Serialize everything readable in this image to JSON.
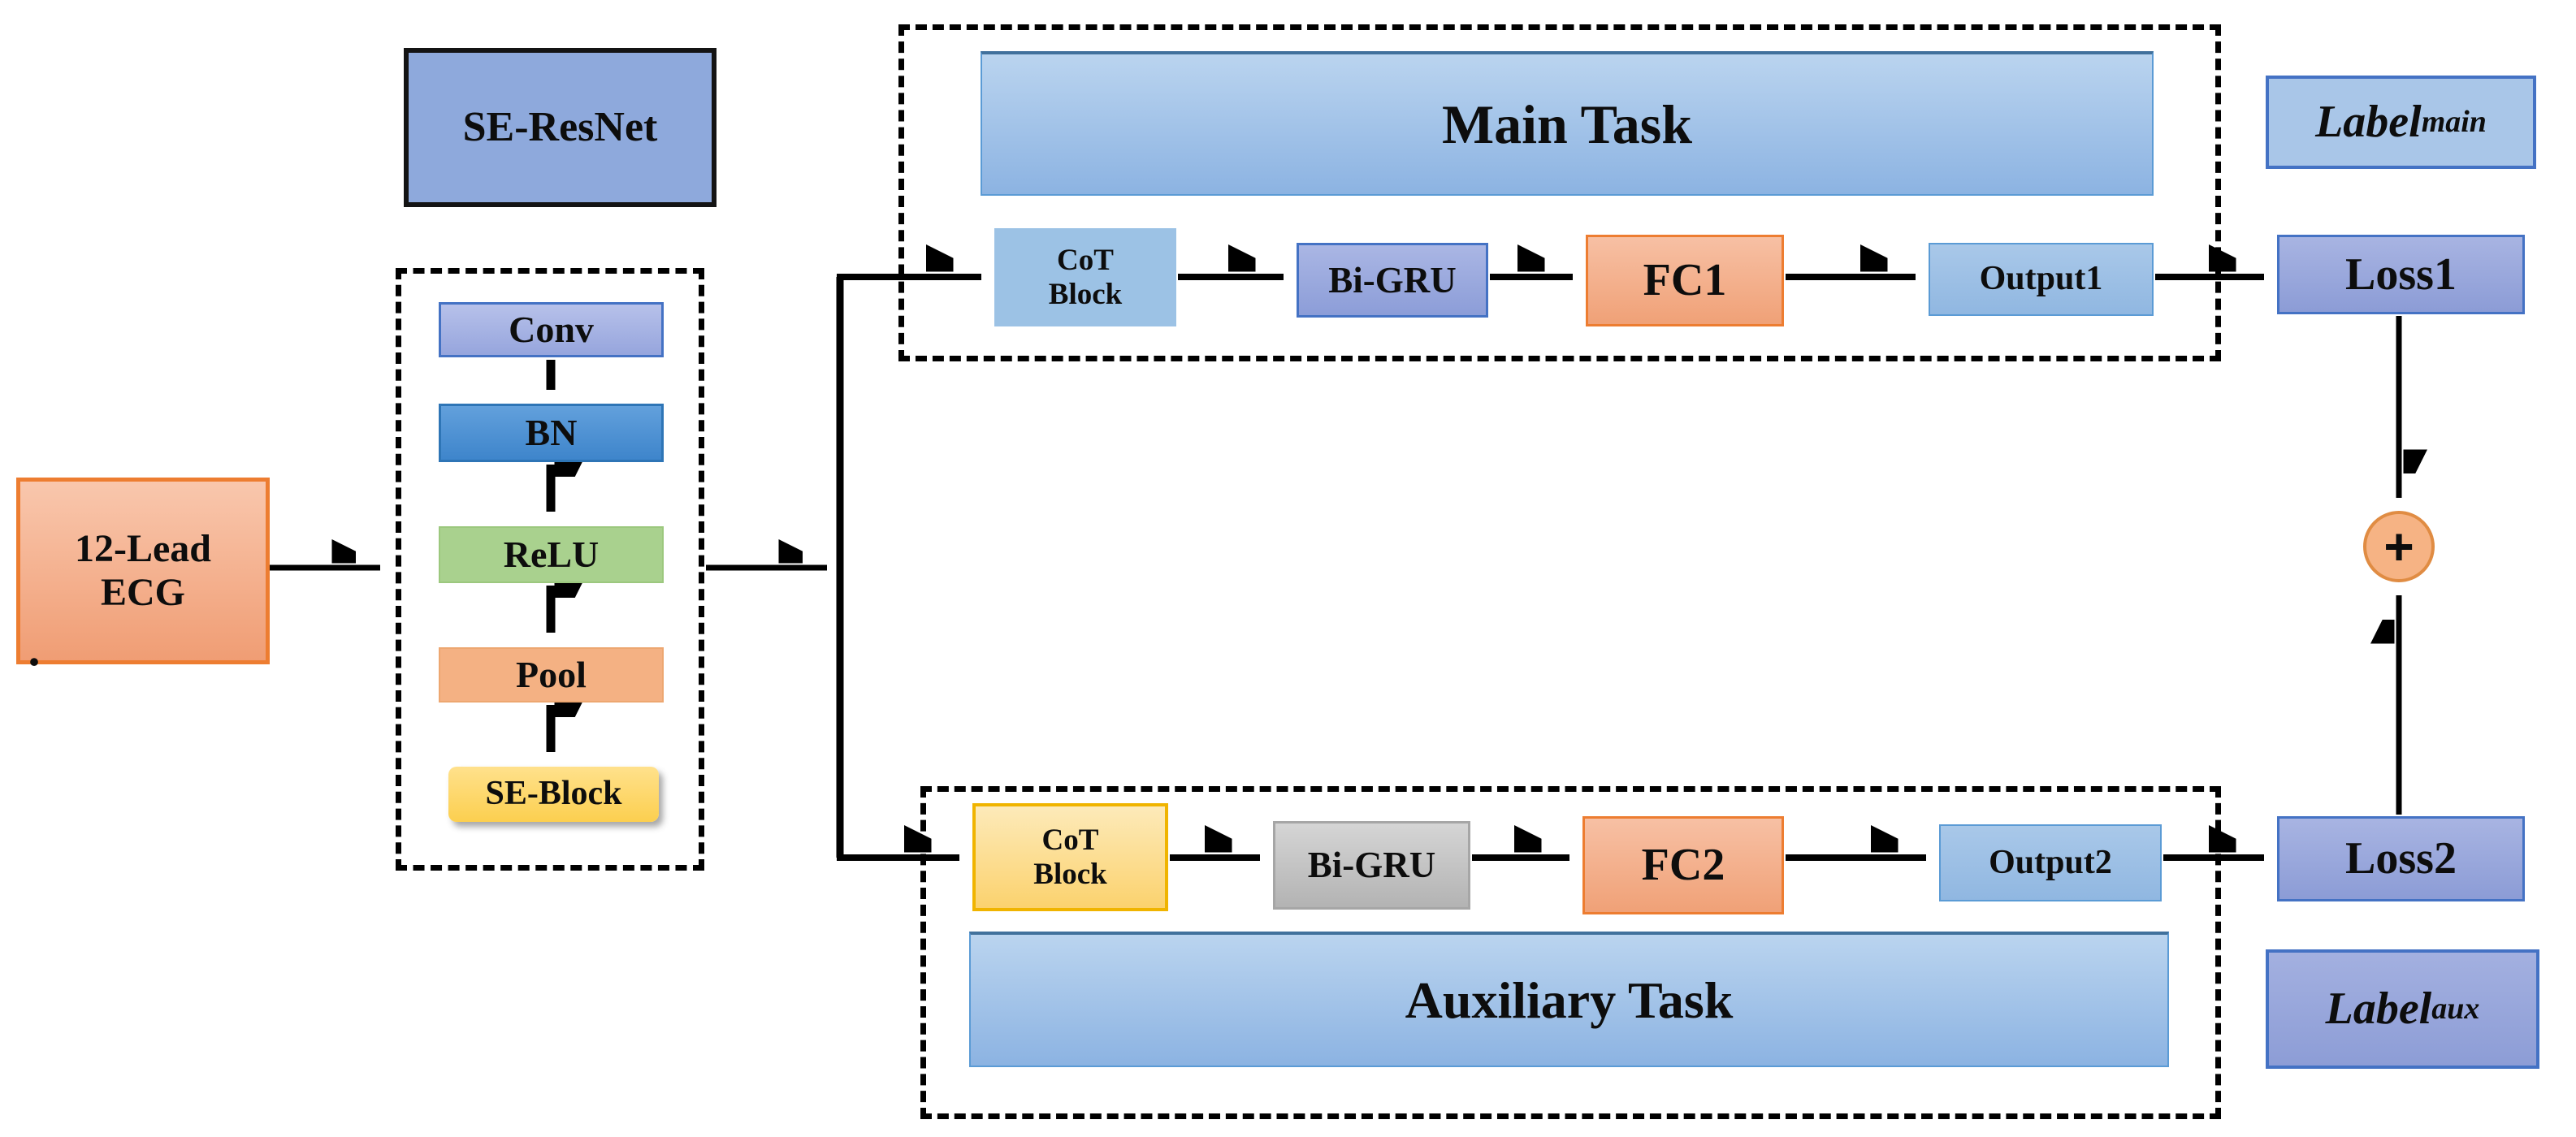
{
  "diagram_title": "SE-ResNet multi-task ECG classification architecture",
  "colors": {
    "light_blue_box": "#9cc2e5",
    "periwinkle_box": "#8e9fd8",
    "bn_blue": "#5b9bd5",
    "relu_green": "#a9d18e",
    "pool_orange": "#f4b183",
    "se_block_yellow": "#ffd966",
    "gray_box": "#bfbfbf",
    "blue_border": "#4472c4",
    "orange_border": "#ed7d31",
    "yellow_border": "#ffc000",
    "header_gradient_top": "#bad4ef",
    "header_gradient_bottom": "#8cb3e2",
    "arrow": "#000000"
  },
  "input_box": {
    "line1": "12-Lead",
    "line2": "ECG"
  },
  "stray_dot": ".",
  "se_resnet": {
    "title": "SE-ResNet",
    "layers": {
      "conv": "Conv",
      "bn": "BN",
      "relu": "ReLU",
      "pool": "Pool",
      "se_block": "SE-Block"
    }
  },
  "main_task": {
    "title": "Main Task",
    "cot": {
      "line1": "CoT",
      "line2": "Block"
    },
    "bigru": "Bi-GRU",
    "fc": "FC1",
    "output": "Output1",
    "loss": "Loss1",
    "label": {
      "base": "Label",
      "sub": "main"
    }
  },
  "aux_task": {
    "title": "Auxiliary Task",
    "cot": {
      "line1": "CoT",
      "line2": "Block"
    },
    "bigru": "Bi-GRU",
    "fc": "FC2",
    "output": "Output2",
    "loss": "Loss2",
    "label": {
      "base": "Label",
      "sub": "aux"
    }
  },
  "combiner": {
    "plus": "+"
  }
}
